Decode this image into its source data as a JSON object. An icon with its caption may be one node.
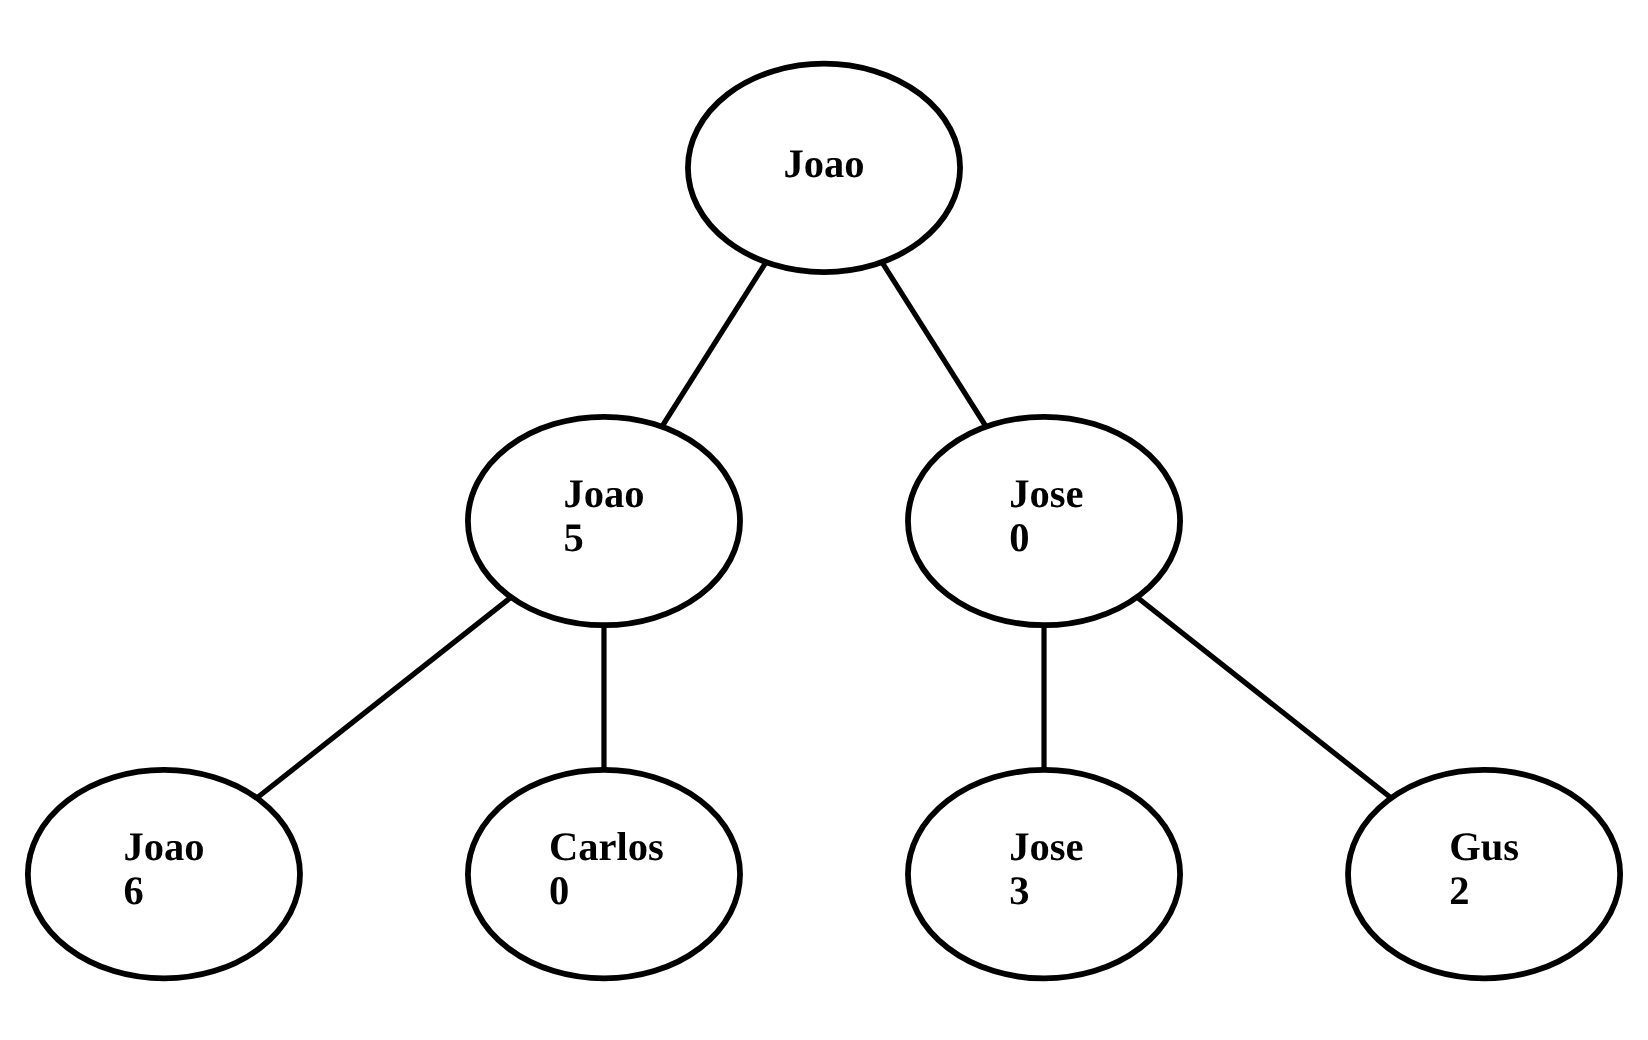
{
  "diagram": {
    "nodes": [
      {
        "text": [
          "Joao"
        ]
      },
      {
        "text": [
          "Joao",
          "5"
        ]
      },
      {
        "text": [
          "Jose",
          "0"
        ]
      },
      {
        "text": [
          "Joao",
          "6"
        ]
      },
      {
        "text": [
          "Carlos",
          "0"
        ]
      },
      {
        "text": [
          "Jose",
          "3"
        ]
      },
      {
        "text": [
          "Gus",
          "2"
        ]
      }
    ],
    "edges": [
      {
        "from": 0,
        "to": 1,
        "arrow": "none"
      },
      {
        "from": 0,
        "to": 2,
        "arrow": "none"
      },
      {
        "from": 1,
        "to": 3,
        "arrow": "none"
      },
      {
        "from": 1,
        "to": 4,
        "arrow": "none"
      },
      {
        "from": 2,
        "to": 5,
        "arrow": "none"
      },
      {
        "from": 2,
        "to": 6,
        "arrow": "none"
      }
    ]
  }
}
